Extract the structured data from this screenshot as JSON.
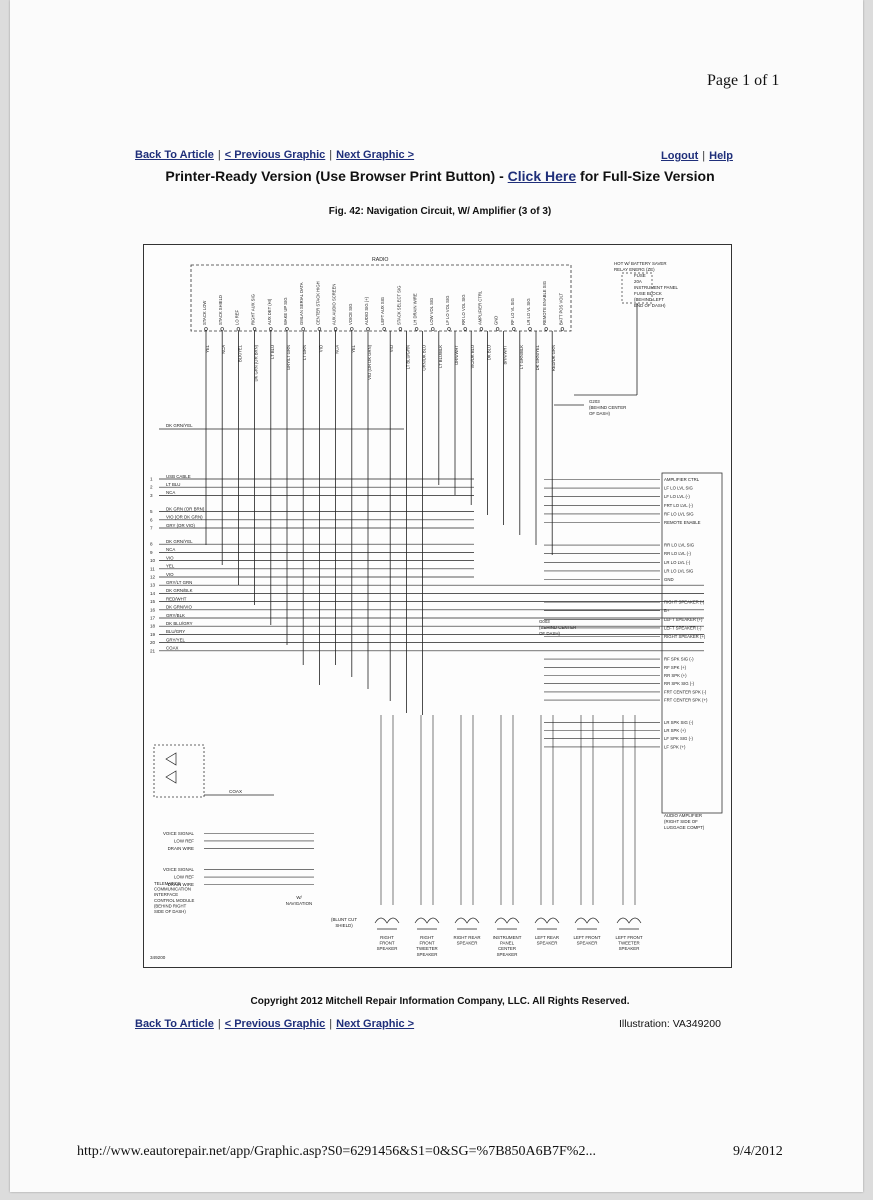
{
  "page_number": "Page 1 of 1",
  "nav": {
    "back": "Back To Article",
    "prev": "< Previous Graphic",
    "next": "Next Graphic >",
    "logout": "Logout",
    "help": "Help"
  },
  "title": {
    "before": "Printer-Ready Version (Use Browser Print Button) - ",
    "link": "Click Here",
    "after": " for Full-Size Version"
  },
  "figure_caption": "Fig. 42: Navigation Circuit, W/ Amplifier (3 of 3)",
  "diagram": {
    "radio_label": "RADIO",
    "radio_pins": [
      "STACK LOW",
      "STACK SHIELD",
      "LO REF",
      "RIGHT AUX SIG",
      "AUX DET (HI)",
      "WAKE UP SIG",
      "GMLAN SERIAL DATA",
      "CENTER STACK HIGH",
      "AUX AUDIO SCREEN",
      "VOICE SIG",
      "AUDIO SIG (+)",
      "LEFT AUX SIG",
      "STACK SELECT SIG",
      "LH DRAIN WIRE",
      "LOW VOL SIG",
      "LF LO VOL SIG",
      "RR LO VOL SIG",
      "AMPLIFIER CTRL",
      "GND",
      "RF LO VL SIG",
      "LR LO VL SIG",
      "REMOTE ENABLE SIG",
      "BATT POS VOLT"
    ],
    "radio_wires": [
      "YEL",
      "NCA",
      "BLK/YEL",
      "DK GRN (OR BRN)",
      "LT BLU",
      "GRY/LT GRN",
      "LT GRN",
      "VIO",
      "NCA",
      "YEL",
      "VIO (OR DK GRN)",
      "VIO",
      "LT BLU/GRN",
      "ORN/DK BLU",
      "LT BLU/BLK",
      "ORN/WHT",
      "VIO/DK BLU",
      "DK BLU",
      "BRN/WHT",
      "LT GRN/BLK",
      "DK GRN/YEL",
      "RED/DK GRN"
    ],
    "relay": [
      "HOT W/ BATTERY SAVER",
      "RELAY ENERG (ZE)",
      "FUSE",
      "20A",
      "INSTRUMENT PANEL",
      "FUSE BLOCK",
      "(BEHIND LEFT",
      "END OF DASH)"
    ],
    "ground_g203": [
      "G203",
      "(BEHIND CENTER",
      "OF DASH)"
    ],
    "ground_g003": [
      "G003",
      "(BEHIND CENTER",
      "OF DASH)"
    ],
    "left_connector": [
      {
        "pin": "1",
        "label": "USB CABLE"
      },
      {
        "pin": "2",
        "label": "LT BLU"
      },
      {
        "pin": "3",
        "label": "NCA"
      },
      {
        "pin": "5",
        "label": "DK GRN (OR BRN)"
      },
      {
        "pin": "6",
        "label": "VIO (OR DK GRN)"
      },
      {
        "pin": "7",
        "label": "GRY (OR VIO)"
      },
      {
        "pin": "8",
        "label": "DK GRN/YEL"
      },
      {
        "pin": "9",
        "label": "NCA"
      },
      {
        "pin": "10",
        "label": "VIO"
      },
      {
        "pin": "11",
        "label": "YEL"
      },
      {
        "pin": "12",
        "label": "VIO"
      },
      {
        "pin": "13",
        "label": "GRY/LT GRN"
      },
      {
        "pin": "14",
        "label": "DK GRN/BLK"
      },
      {
        "pin": "15",
        "label": "RED/WHT"
      },
      {
        "pin": "16",
        "label": "DK GRN/VIO"
      },
      {
        "pin": "17",
        "label": "GRY/BLK"
      },
      {
        "pin": "18",
        "label": "DK BLU/GRY"
      },
      {
        "pin": "19",
        "label": "BLU/GRY"
      },
      {
        "pin": "20",
        "label": "GRY/YEL"
      },
      {
        "pin": "21",
        "label": "COAX"
      }
    ],
    "dk_grn_yel": "DK GRN/YEL",
    "amplifier_pins": [
      "AMPLIFIER CTRL",
      "LF LO LVL SIG",
      "LF LO LVL (-)",
      "FRT LO LVL (-)",
      "RF LO LVL SIG",
      "REMOTE ENABLE",
      "RR LO LVL SIG",
      "RR LO LVL (-)",
      "LR LO LVL (-)",
      "LR LO LVL SIG",
      "GND",
      "RIGHT SPEAKER (-)",
      "B+",
      "LEFT SPEAKER (+)",
      "LEFT SPEAKER (-)",
      "RIGHT SPEAKER (+)",
      "RF SPK SIG (-)",
      "RF SPK (+)",
      "RR SPK (+)",
      "RR SPK SIG (-)",
      "FRT CENTER SPK (-)",
      "FRT CENTER SPK (+)",
      "LR SPK SIG (-)",
      "LR SPK (+)",
      "LF SPK SIG (-)",
      "LF SPK (+)"
    ],
    "amp_label": [
      "AUDIO AMPLIFIER",
      "(RIGHT SIDE OF",
      "LUGGAGE COMPT)"
    ],
    "telematics": [
      "TELEMATICS",
      "COMMUNICATION",
      "INTERFACE",
      "CONTROL MODULE",
      "(BEHIND RIGHT",
      "SIDE OF DASH)"
    ],
    "tel_signals": [
      "VOICE SIGNAL",
      "LOW REF",
      "DRAIN WIRE",
      "VOICE SIGNAL",
      "LOW REF",
      "DRAIN WIRE"
    ],
    "coax": "COAX",
    "navigation": [
      "W/",
      "NAVIGATION"
    ],
    "blunt": [
      "(BLUNT CUT",
      "SHIELD)"
    ],
    "speakers": [
      {
        "name": "RIGHT FRONT SPEAKER"
      },
      {
        "name": "RIGHT FRONT TWEETER SPEAKER"
      },
      {
        "name": "RIGHT REAR SPEAKER"
      },
      {
        "name": "INSTRUMENT PANEL CENTER SPEAKER"
      },
      {
        "name": "LEFT REAR SPEAKER"
      },
      {
        "name": "LEFT FRONT SPEAKER"
      },
      {
        "name": "LEFT FRONT TWEETER SPEAKER"
      }
    ],
    "id": "349200"
  },
  "copyright": "Copyright 2012 Mitchell Repair Information Company, LLC. All Rights Reserved.",
  "illustration": "Illustration: VA349200",
  "footer_url": "http://www.eautorepair.net/app/Graphic.asp?S0=6291456&S1=0&SG=%7B850A6B7F%2...",
  "footer_date": "9/4/2012"
}
